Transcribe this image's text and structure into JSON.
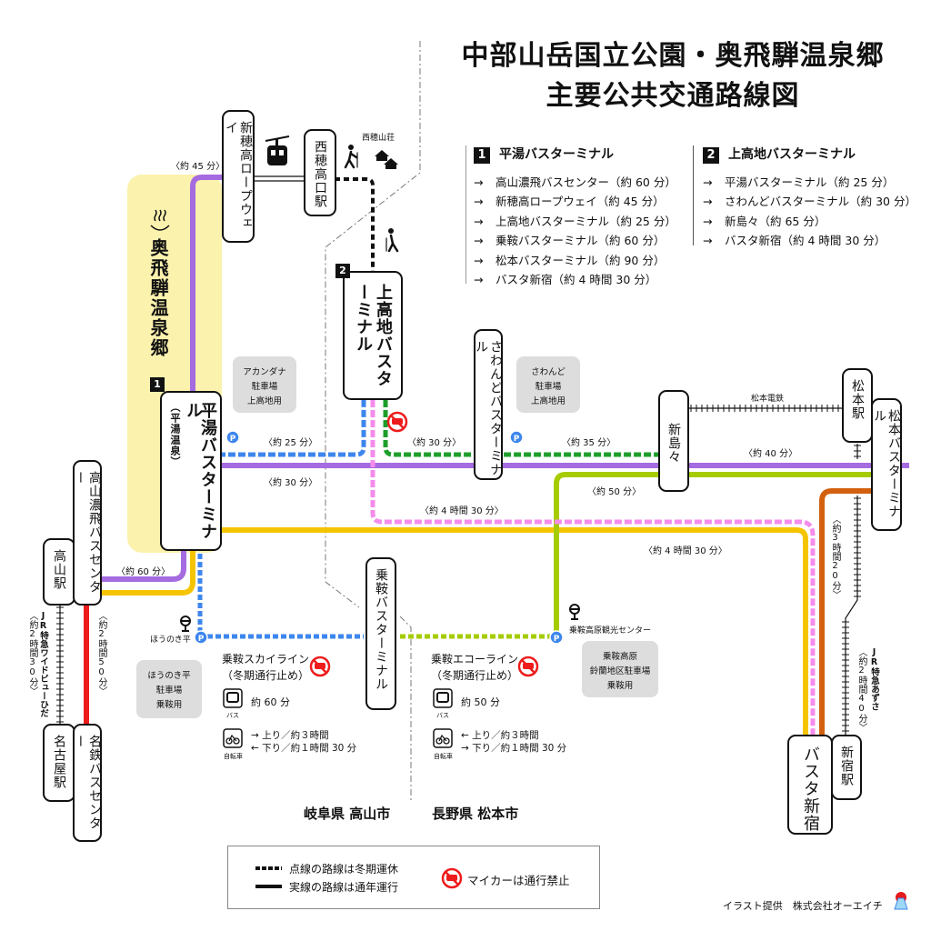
{
  "title": {
    "line1": "中部山岳国立公園・奥飛騨温泉郷",
    "line2": "主要公共交通路線図"
  },
  "legend_routes": [
    {
      "badge": "1",
      "heading": "平湯バスターミナル",
      "items": [
        "高山濃飛バスセンター（約 60 分）",
        "新穂高ロープウェイ（約 45 分）",
        "上高地バスターミナル（約 25 分）",
        "乗鞍バスターミナル（約 60 分）",
        "松本バスターミナル（約 90 分）",
        "バスタ新宿（約 4 時間 30 分）"
      ]
    },
    {
      "badge": "2",
      "heading": "上高地バスターミナル",
      "items": [
        "平湯バスターミナル（約 25 分）",
        "さわんどバスターミナル（約 30 分）",
        "新島々（約 65 分）",
        "バスタ新宿（約 4 時間 30 分）"
      ]
    }
  ],
  "arrow": "→",
  "area": {
    "icon": "hot-spring-icon",
    "label": "奥飛騨温泉郷"
  },
  "stations": {
    "shinhotaka_ropeway": "新穂高ロープウェイ",
    "nishihotakaguchi": "西穂高口駅",
    "nishihotaka_sanso": "西穂山荘",
    "kamikochi_bt": "上高地バスターミナル",
    "kamikochi_badge": "2",
    "hirayu_bt": "平湯バスターミナル",
    "hirayu_sub": "（平湯温泉）",
    "hirayu_badge": "1",
    "sawando_bt": "さわんどバスターミナル",
    "shinshimashima": "新島々",
    "matsumoto_eki": "松本駅",
    "matsumoto_bt": "松本バスターミナル",
    "takayama_nohi": "高山濃飛バスセンター",
    "takayama_eki": "高山駅",
    "norikura_bt": "乗鞍バスターミナル",
    "nagoya_eki": "名古屋駅",
    "meitetsu_bc": "名鉄バスセンター",
    "busta_shinjuku": "バスタ新宿",
    "shinjuku_eki": "新宿駅",
    "honoki": "ほうのき平",
    "norikura_kogen_center": "乗鞍高原観光センター"
  },
  "parking": {
    "akandana": "アカンダナ\n駐車場\n上高地用",
    "sawando": "さわんど\n駐車場\n上高地用",
    "honoki": "ほうのき平\n駐車場\n乗鞍用",
    "norikura": "乗鞍高原\n鈴蘭地区駐車場\n乗鞍用"
  },
  "times": {
    "ropeway": "〈約 45 分〉",
    "hirayu_kamikochi": "〈約 25 分〉",
    "hirayu_sawando": "〈約 30 分〉",
    "kamikochi_sawando": "〈約 30 分〉",
    "sawando_shinshima": "〈約 35 分〉",
    "shinshima_matsumoto": "〈約 40 分〉",
    "norikura_matsumoto": "〈約 50 分〉",
    "kamikochi_shinjuku": "〈約 4 時間 30 分〉",
    "hirayu_shinjuku": "〈約 4 時間 30 分〉",
    "takayama_hirayu": "〈約 60 分〉",
    "takayama_nagoya_bus": "〈約2時間50分〉",
    "takayama_nagoya_jr": "〈約2時間30分〉",
    "matsumoto_shinjuku_bus": "〈約3時間20分〉",
    "matsumoto_shinjuku_jr": "〈約2時間40分〉"
  },
  "rail": {
    "matsumoto_dentetsu": "松本電鉄",
    "jr_hida": "JR特急ワイドビューひだ",
    "jr_azusa": "JR特急あずさ"
  },
  "skyline": {
    "name": "乗鞍スカイライン",
    "note": "（冬期通行止め）",
    "bus_label": "バス",
    "bus_time": "約 60 分",
    "bike_label": "自転車",
    "up": "→ 上り／約３時間",
    "down": "← 下り／約１時間 30 分"
  },
  "ecoline": {
    "name": "乗鞍エコーライン",
    "note": "（冬期通行止め）",
    "bus_label": "バス",
    "bus_time": "約 50 分",
    "bike_label": "自転車",
    "up": "← 上り／約３時間",
    "down": "→ 下り／約１時間 30 分"
  },
  "prefectures": {
    "left": "岐阜県 高山市",
    "right": "長野県 松本市"
  },
  "map_legend": {
    "dotted": "点線の路線は冬期運休",
    "solid": "実線の路線は通年運行",
    "no_car": "マイカーは通行禁止"
  },
  "credit": "イラスト提供　株式会社オーエイチ",
  "colors": {
    "purple": "#A56BE0",
    "yellow": "#F5C400",
    "blue": "#3D86EE",
    "pink": "#F58CEB",
    "green": "#1E9E2A",
    "lime": "#A6CC00",
    "orange": "#D2600F",
    "red": "#EE1C1C",
    "area": "#FBF2AE"
  }
}
